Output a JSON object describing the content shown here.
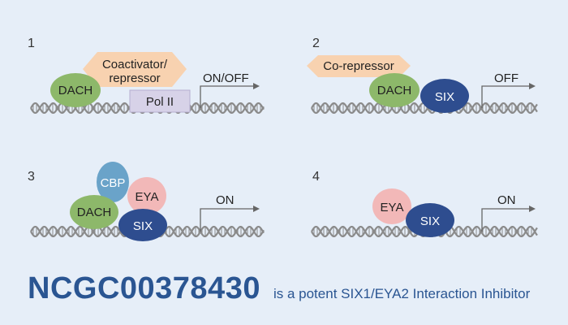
{
  "panels": [
    {
      "number": "1",
      "labels": {
        "dach": "DACH",
        "coactivator": "Coactivator/",
        "repressor": "repressor",
        "pol": "Pol II",
        "state": "ON/OFF"
      }
    },
    {
      "number": "2",
      "labels": {
        "corepressor": "Co-repressor",
        "dach": "DACH",
        "six": "SIX",
        "state": "OFF"
      }
    },
    {
      "number": "3",
      "labels": {
        "cbp": "CBP",
        "eya": "EYA",
        "dach": "DACH",
        "six": "SIX",
        "state": "ON"
      }
    },
    {
      "number": "4",
      "labels": {
        "eya": "EYA",
        "six": "SIX",
        "state": "ON"
      }
    }
  ],
  "caption": {
    "compound": "NCGC00378430",
    "description": "is a potent SIX1/EYA2 Interaction Inhibitor"
  },
  "colors": {
    "background": "#e6eef8",
    "dach": "#8db86a",
    "six": "#2e4d8f",
    "eya": "#f2b8b8",
    "cbp": "#6aa3c9",
    "coregulator": "#f8d2b0",
    "pol_ii": "#d7d2e8",
    "dna": "#8a8a8a",
    "caption": "#2a5592"
  }
}
